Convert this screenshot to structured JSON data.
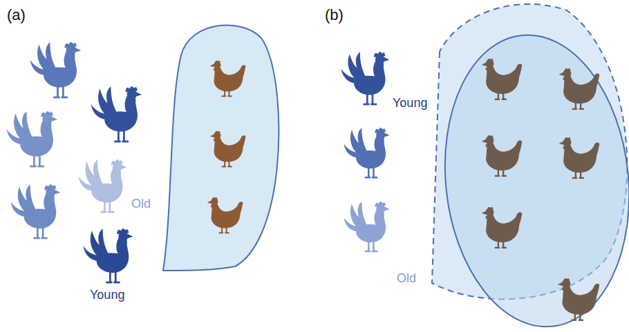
{
  "diagram": {
    "labels": [
      "(a)",
      "Old",
      "Young",
      "(b)",
      "Young",
      "Old"
    ]
  }
}
